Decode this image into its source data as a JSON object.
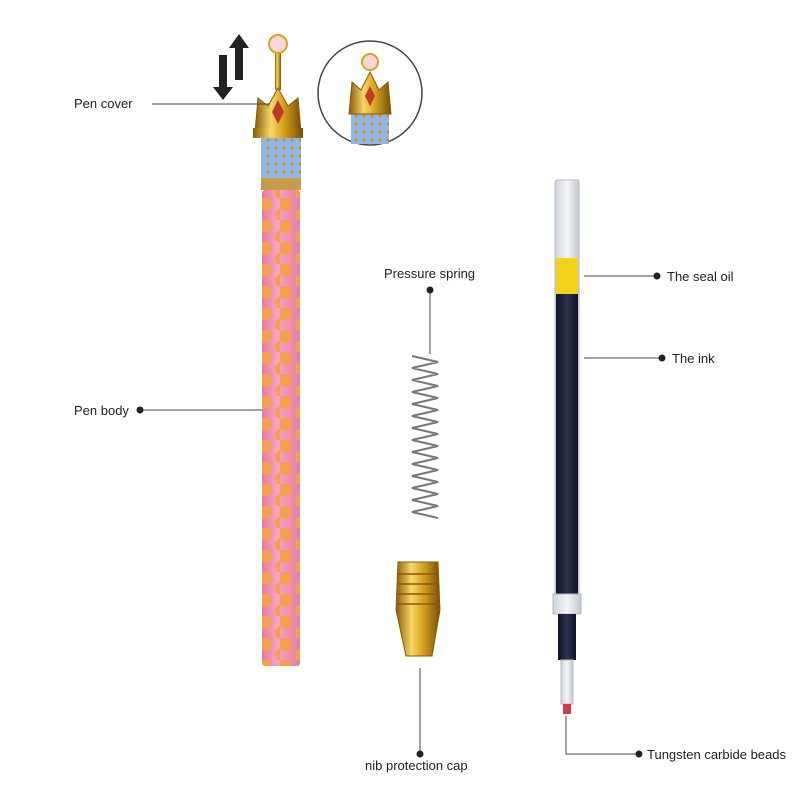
{
  "labels": {
    "pen_cover": "Pen cover",
    "pen_body": "Pen body",
    "pressure_spring": "Pressure spring",
    "nib_cap": "nib protection cap",
    "seal_oil": "The seal oil",
    "ink": "The ink",
    "beads": "Tungsten carbide beads"
  },
  "colors": {
    "body_pink": "#f48ab0",
    "dot_orange": "#f5a04a",
    "band_blue": "#8fb8e6",
    "gold": "#d9a520",
    "ink_dark": "#1c2235",
    "seal_yellow": "#f2d21a",
    "tip_red": "#d43a4a"
  },
  "icons": {
    "direction": "up-down-arrows-icon"
  }
}
